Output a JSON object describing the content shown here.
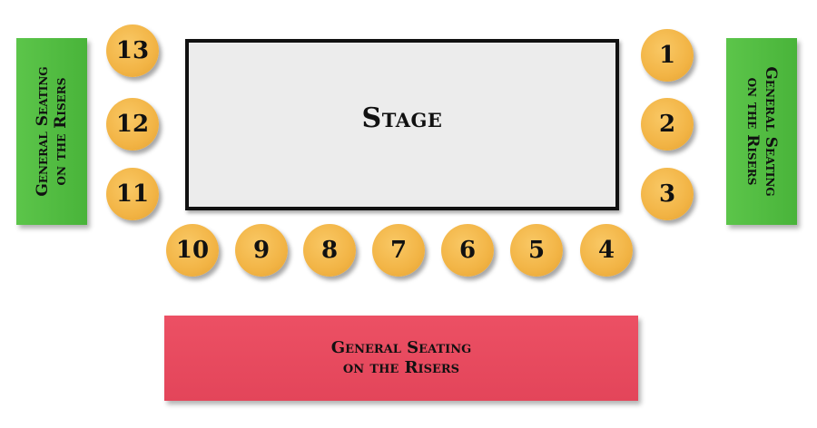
{
  "stage": {
    "label": "Stage"
  },
  "risers": {
    "left": {
      "line1": "General Seating",
      "line2": "on the Risers",
      "color": "#4cb63c"
    },
    "right": {
      "line1": "General Seating",
      "line2": "on the Risers",
      "color": "#4cb63c"
    },
    "bottom": {
      "line1": "General Seating",
      "line2": "on the Risers",
      "color": "#e6485d"
    }
  },
  "tables": [
    {
      "number": "1"
    },
    {
      "number": "2"
    },
    {
      "number": "3"
    },
    {
      "number": "4"
    },
    {
      "number": "5"
    },
    {
      "number": "6"
    },
    {
      "number": "7"
    },
    {
      "number": "8"
    },
    {
      "number": "9"
    },
    {
      "number": "10"
    },
    {
      "number": "11"
    },
    {
      "number": "12"
    },
    {
      "number": "13"
    }
  ],
  "colors": {
    "table": "#f2b445",
    "stage": "#ececec",
    "stage_border": "#111111"
  }
}
